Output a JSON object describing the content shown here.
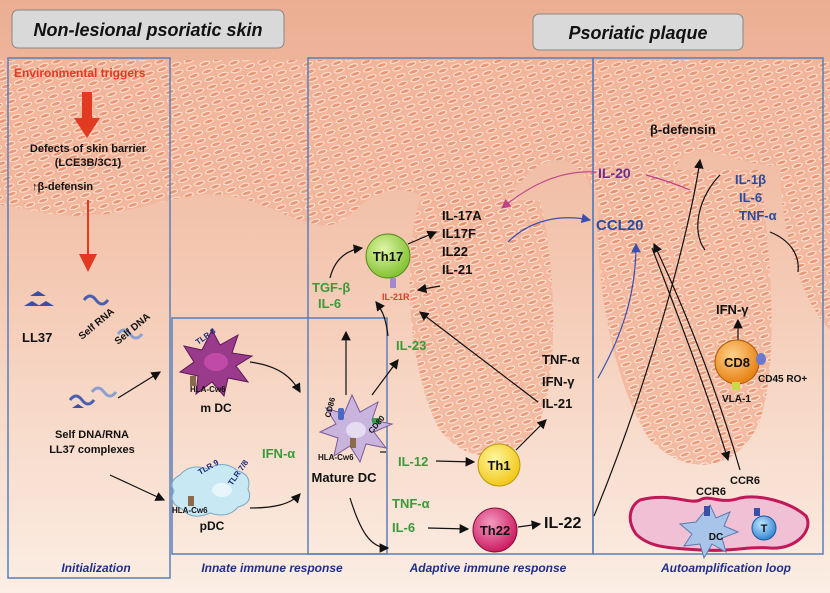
{
  "headers": {
    "left": "Non-lesional psoriatic skin",
    "right": "Psoriatic plaque"
  },
  "stages": {
    "initialization": "Initialization",
    "innate": "Innate immune response",
    "adaptive": "Adaptive immune response",
    "autoamplification": "Autoamplification loop"
  },
  "initialization": {
    "environmental_triggers": "Environmental triggers",
    "defects_line1": "Defects of skin barrier",
    "defects_line2": "(LCE3B/3C1)",
    "beta_defensin_up": "↑β-defensin",
    "ll37": "LL37",
    "self_rna": "Self RNA",
    "self_dna": "Self DNA",
    "complexes_line1": "Self DNA/RNA",
    "complexes_line2": "LL37 complexes"
  },
  "innate": {
    "mdc": "m DC",
    "pdc": "pDC",
    "hla_mdc": "HLA-Cw6",
    "hla_pdc": "HLA-Cw6",
    "tlr_m": "TLR 8",
    "tlr_p1": "TLR 9",
    "tlr_p2": "TLR 7/8",
    "ifn_alpha": "IFN-α"
  },
  "mature_dc": {
    "label": "Mature DC",
    "hla": "HLA-Cw6",
    "cd86": "CD86",
    "cd80": "CD80"
  },
  "adaptive": {
    "th17": "Th17",
    "il21r": "IL-21R",
    "tgf_beta": "TGF-β",
    "il6_a": "IL-6",
    "th17_cytokines": [
      "IL-17A",
      "IL17F",
      "IL22",
      "IL-21"
    ],
    "il23": "IL-23",
    "il12": "IL-12",
    "th1": "Th1",
    "th1_cytokines": [
      "TNF-α",
      "IFN-γ",
      "IL-21"
    ],
    "tnf_alpha": "TNF-α",
    "il6_b": "IL-6",
    "th22": "Th22",
    "il22": "IL-22"
  },
  "loop": {
    "beta_defensin": "β-defensin",
    "il20": "IL-20",
    "ccl20": "CCL20",
    "il1b": "IL-1β",
    "il6": "IL-6",
    "tnfa": "TNF-α",
    "ifng": "IFN-γ",
    "cd8": "CD8",
    "cd45ro": "CD45 RO+",
    "vla1": "VLA-1",
    "ccr6_a": "CCR6",
    "ccr6_b": "CCR6",
    "t_cell": "T",
    "dc": "DC"
  },
  "colors": {
    "skin_top": "#f0b39a",
    "skin_bottom": "#f8e6da",
    "panel_border": "#5b7fb8",
    "header_fill": "#dcdcdc",
    "stage_text": "#1f2e8a",
    "green_text": "#3a9a3a",
    "purple_text": "#6b2f8f",
    "blue_text": "#2c4a9e",
    "red_text": "#e23a22",
    "th17": "#8fce3a",
    "th1": "#f2d21c",
    "th22": "#d8246e",
    "cd8": "#f0901a"
  }
}
